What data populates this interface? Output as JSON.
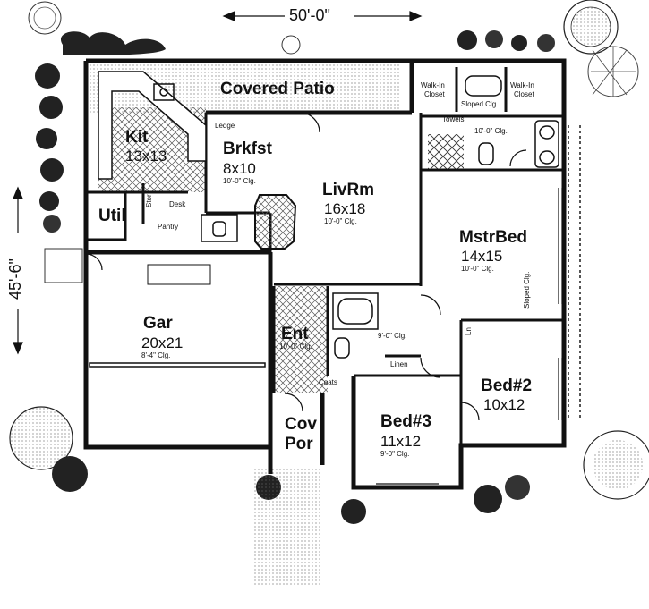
{
  "overall": {
    "width": "50'-0\"",
    "depth": "45'-6\""
  },
  "rooms": {
    "covered_patio": {
      "name": "Covered Patio"
    },
    "kit": {
      "name": "Kit",
      "size": "13x13"
    },
    "brkfst": {
      "name": "Brkfst",
      "size": "8x10",
      "ceiling": "10'-0\" Clg."
    },
    "livrm": {
      "name": "LivRm",
      "size": "16x18",
      "ceiling": "10'-0\" Clg."
    },
    "mstrbed": {
      "name": "MstrBed",
      "size": "14x15",
      "ceiling": "10'-0\" Clg."
    },
    "gar": {
      "name": "Gar",
      "size": "20x21",
      "ceiling": "8'-4\" Clg."
    },
    "ent": {
      "name": "Ent",
      "ceiling": "10'-0\" Clg."
    },
    "covpor": {
      "line1": "Cov",
      "line2": "Por"
    },
    "bed3": {
      "name": "Bed#3",
      "size": "11x12",
      "ceiling": "9'-0\" Clg."
    },
    "bed2": {
      "name": "Bed#2",
      "size": "10x12"
    },
    "util": {
      "name": "Util"
    }
  },
  "notes": {
    "walkin_left": [
      "Walk-In",
      "Closet"
    ],
    "walkin_right": [
      "Walk-In",
      "Closet"
    ],
    "sloped_top": "Sloped Clg.",
    "master_bath_clg": "10'-0\" Clg.",
    "sloped_side": "Sloped Clg.",
    "hall_clg": "9'-0\" Clg.",
    "towels": "Towels",
    "ledge": "Ledge",
    "desk": "Desk",
    "pantry": "Pantry",
    "stor": "Stor",
    "linen": "Linen",
    "coats": "Coats",
    "ln": "Ln"
  }
}
